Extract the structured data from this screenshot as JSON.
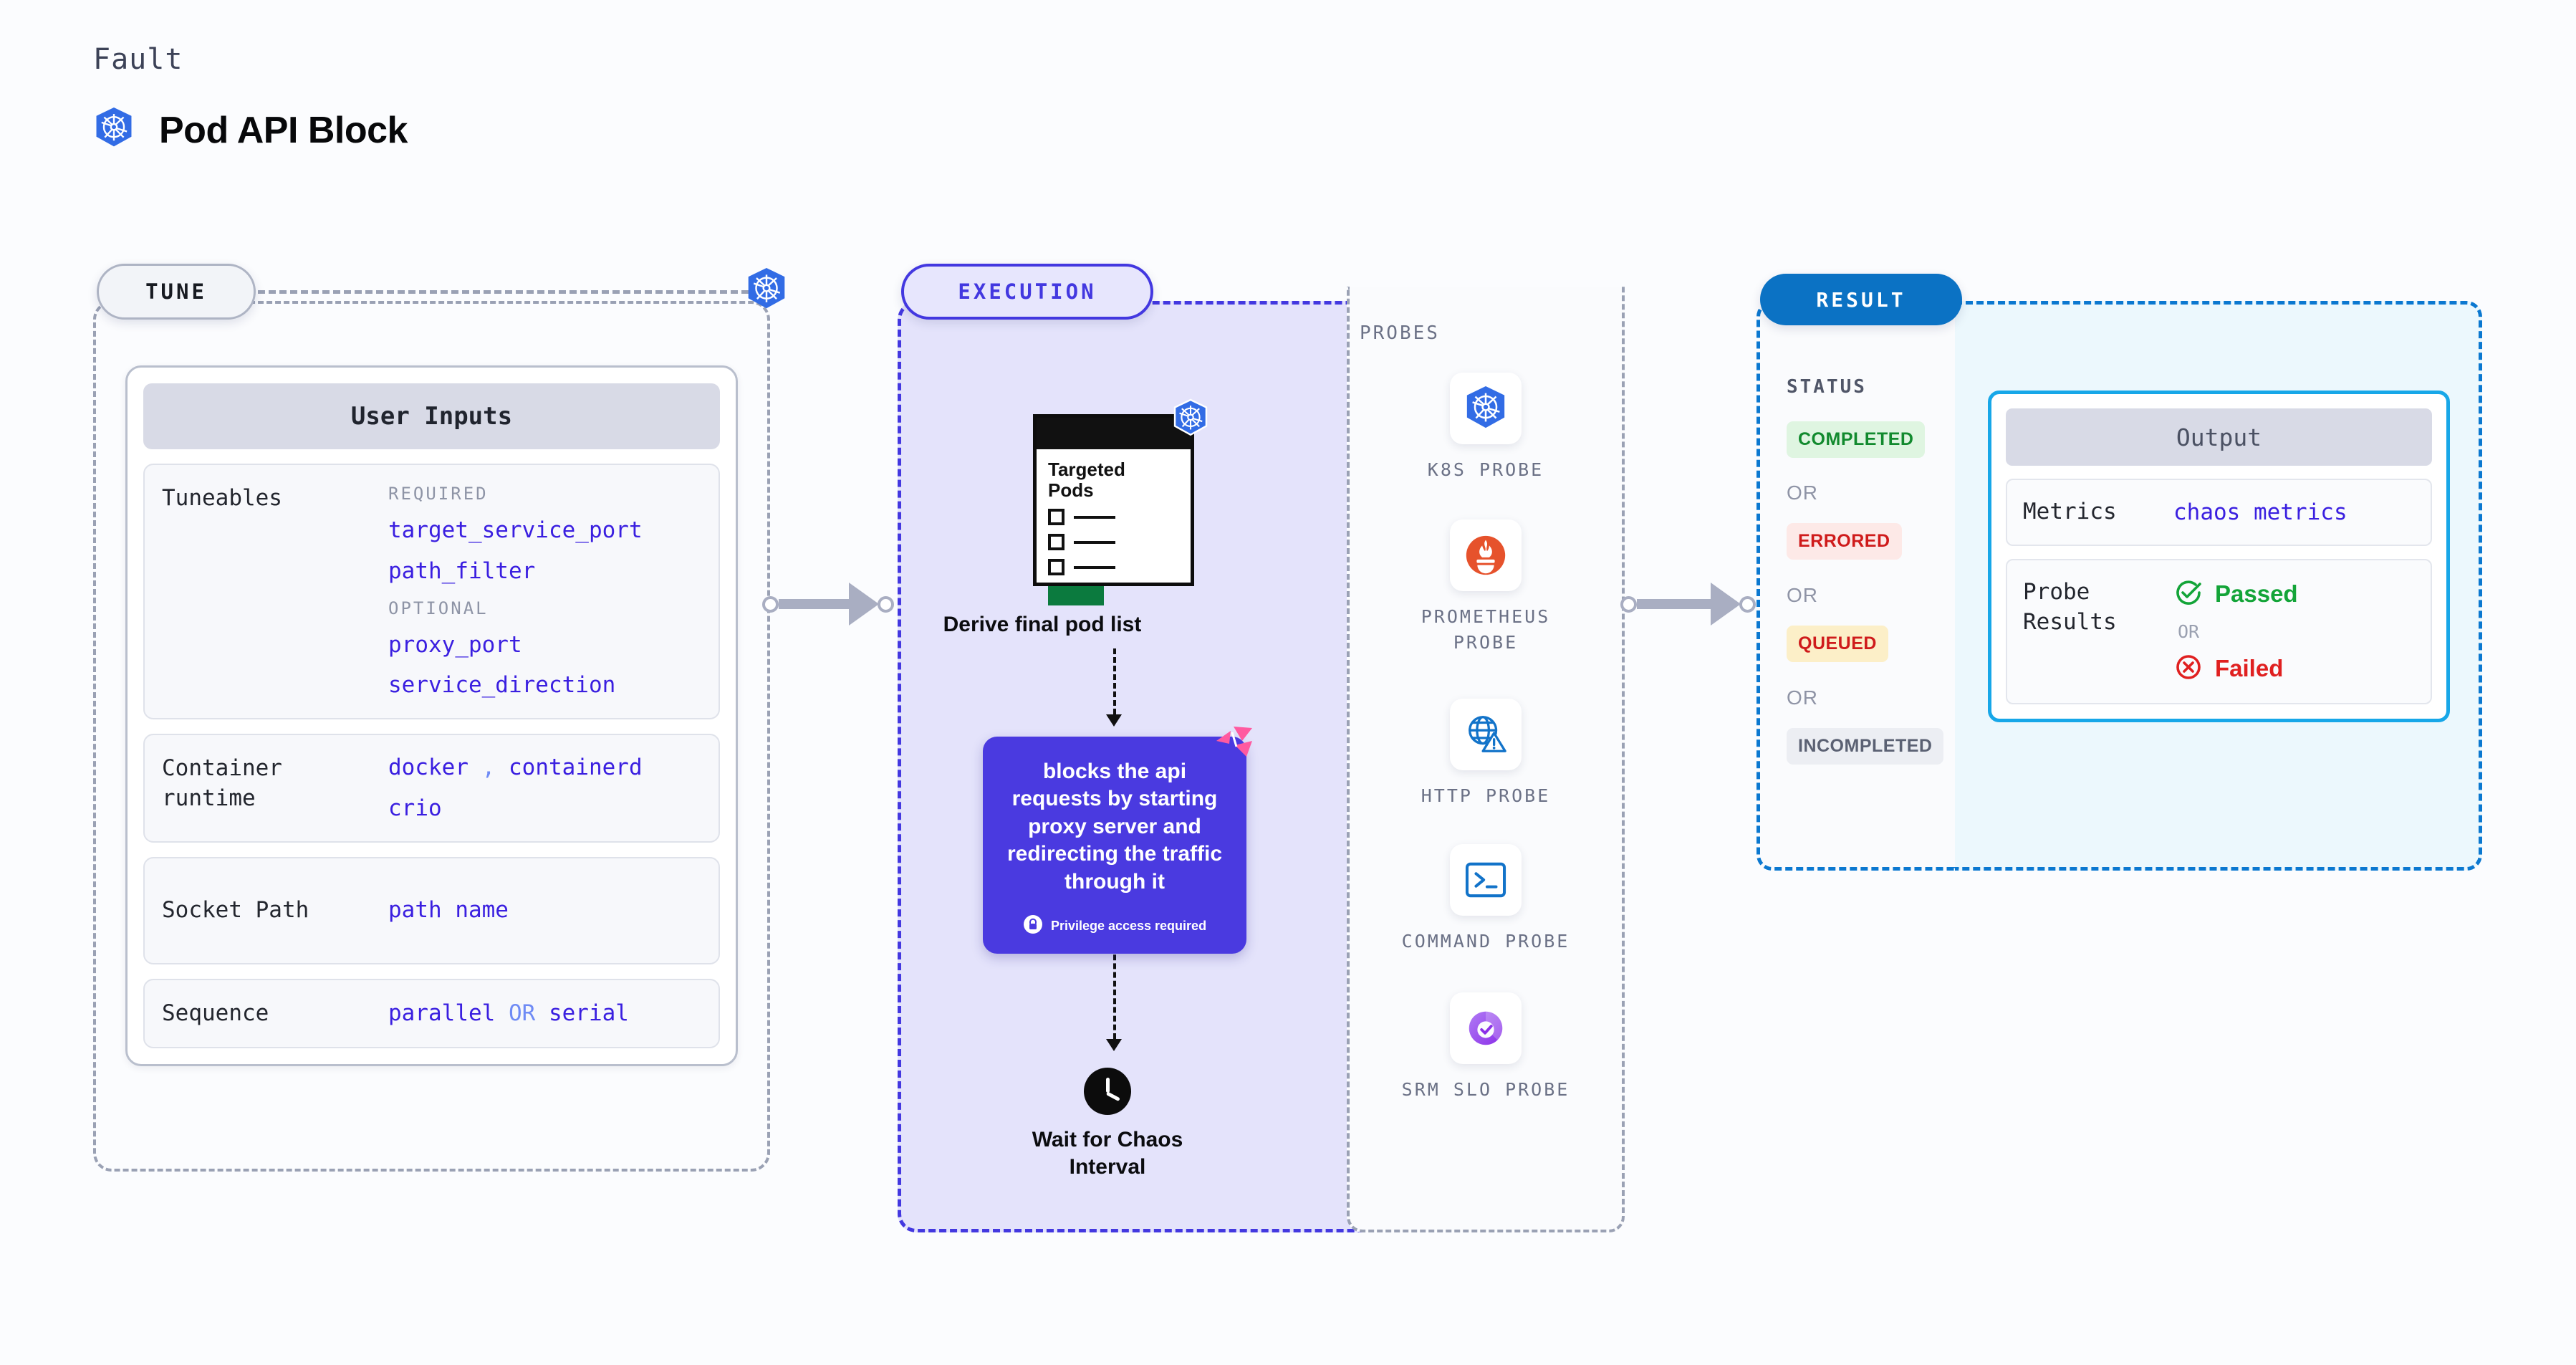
{
  "header": {
    "kicker": "Fault",
    "title": "Pod API Block",
    "icon": "kubernetes-icon"
  },
  "tune": {
    "pill_label": "TUNE",
    "card_title": "User Inputs",
    "rows": [
      {
        "key": "Tuneables",
        "groups": [
          {
            "tag": "REQUIRED",
            "values": [
              "target_service_port",
              "path_filter"
            ]
          },
          {
            "tag": "OPTIONAL",
            "values": [
              "proxy_port",
              "service_direction"
            ]
          }
        ]
      },
      {
        "key": "Container runtime",
        "values_line1": "docker",
        "separator": ",",
        "values_line1b": "containerd",
        "values_line2": "crio"
      },
      {
        "key": "Socket Path",
        "value": "path name"
      },
      {
        "key": "Sequence",
        "value_a": "parallel",
        "value_or": "OR",
        "value_b": "serial"
      }
    ]
  },
  "execution": {
    "pill_label": "EXECUTION",
    "pod_card": {
      "title_line1": "Targeted",
      "title_line2": "Pods",
      "icon": "kubernetes-icon"
    },
    "derive_label": "Derive final pod list",
    "action_card": {
      "text": "blocks the api requests by starting proxy server and redirecting the traffic through it",
      "footnote": "Privilege access required",
      "footnote_icon": "lock-icon",
      "corner_icon": "litmus-logo-icon"
    },
    "wait_label": "Wait for Chaos Interval",
    "wait_icon": "clock-icon",
    "probes_title": "PROBES",
    "probes": [
      {
        "name": "K8S PROBE",
        "icon": "kubernetes-icon"
      },
      {
        "name": "PROMETHEUS PROBE",
        "icon": "prometheus-icon"
      },
      {
        "name": "HTTP PROBE",
        "icon": "http-globe-warning-icon"
      },
      {
        "name": "COMMAND PROBE",
        "icon": "terminal-icon"
      },
      {
        "name": "SRM SLO PROBE",
        "icon": "srm-slo-icon"
      }
    ]
  },
  "result": {
    "pill_label": "RESULT",
    "status_title": "STATUS",
    "statuses": [
      {
        "label": "COMPLETED",
        "color": "#128a2e",
        "bg": "#dff5e1"
      },
      {
        "label": "ERRORED",
        "color": "#cf1b1b",
        "bg": "#fde9e7"
      },
      {
        "label": "QUEUED",
        "color": "#cf1b1b",
        "bg": "#fcefc8"
      },
      {
        "label": "INCOMPLETED",
        "color": "#5b6173",
        "bg": "#eceef3"
      }
    ],
    "or_label": "OR",
    "output": {
      "title": "Output",
      "metrics_key": "Metrics",
      "metrics_value": "chaos metrics",
      "probe_results_key": "Probe Results",
      "passed_label": "Passed",
      "failed_label": "Failed",
      "or_label": "OR",
      "passed_icon": "check-circle-icon",
      "failed_icon": "x-circle-icon"
    }
  },
  "colors": {
    "accent_purple": "#4338e0",
    "accent_blue": "#0b72c4",
    "k8s_blue": "#326ce5",
    "prometheus_orange": "#e6522c",
    "pass_green": "#13a438",
    "fail_red": "#e02020"
  }
}
